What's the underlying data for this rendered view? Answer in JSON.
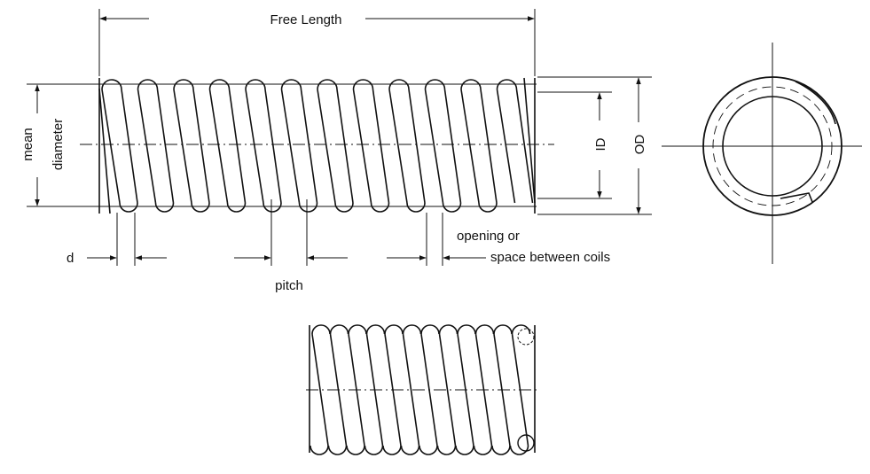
{
  "labels": {
    "free_length": "Free Length",
    "mean": "mean",
    "diameter": "diameter",
    "id": "ID",
    "od": "OD",
    "d": "d",
    "pitch": "pitch",
    "opening_line1": "opening or",
    "opening_line2": "space between coils"
  },
  "colors": {
    "ink": "#111111",
    "paper": "#ffffff"
  }
}
